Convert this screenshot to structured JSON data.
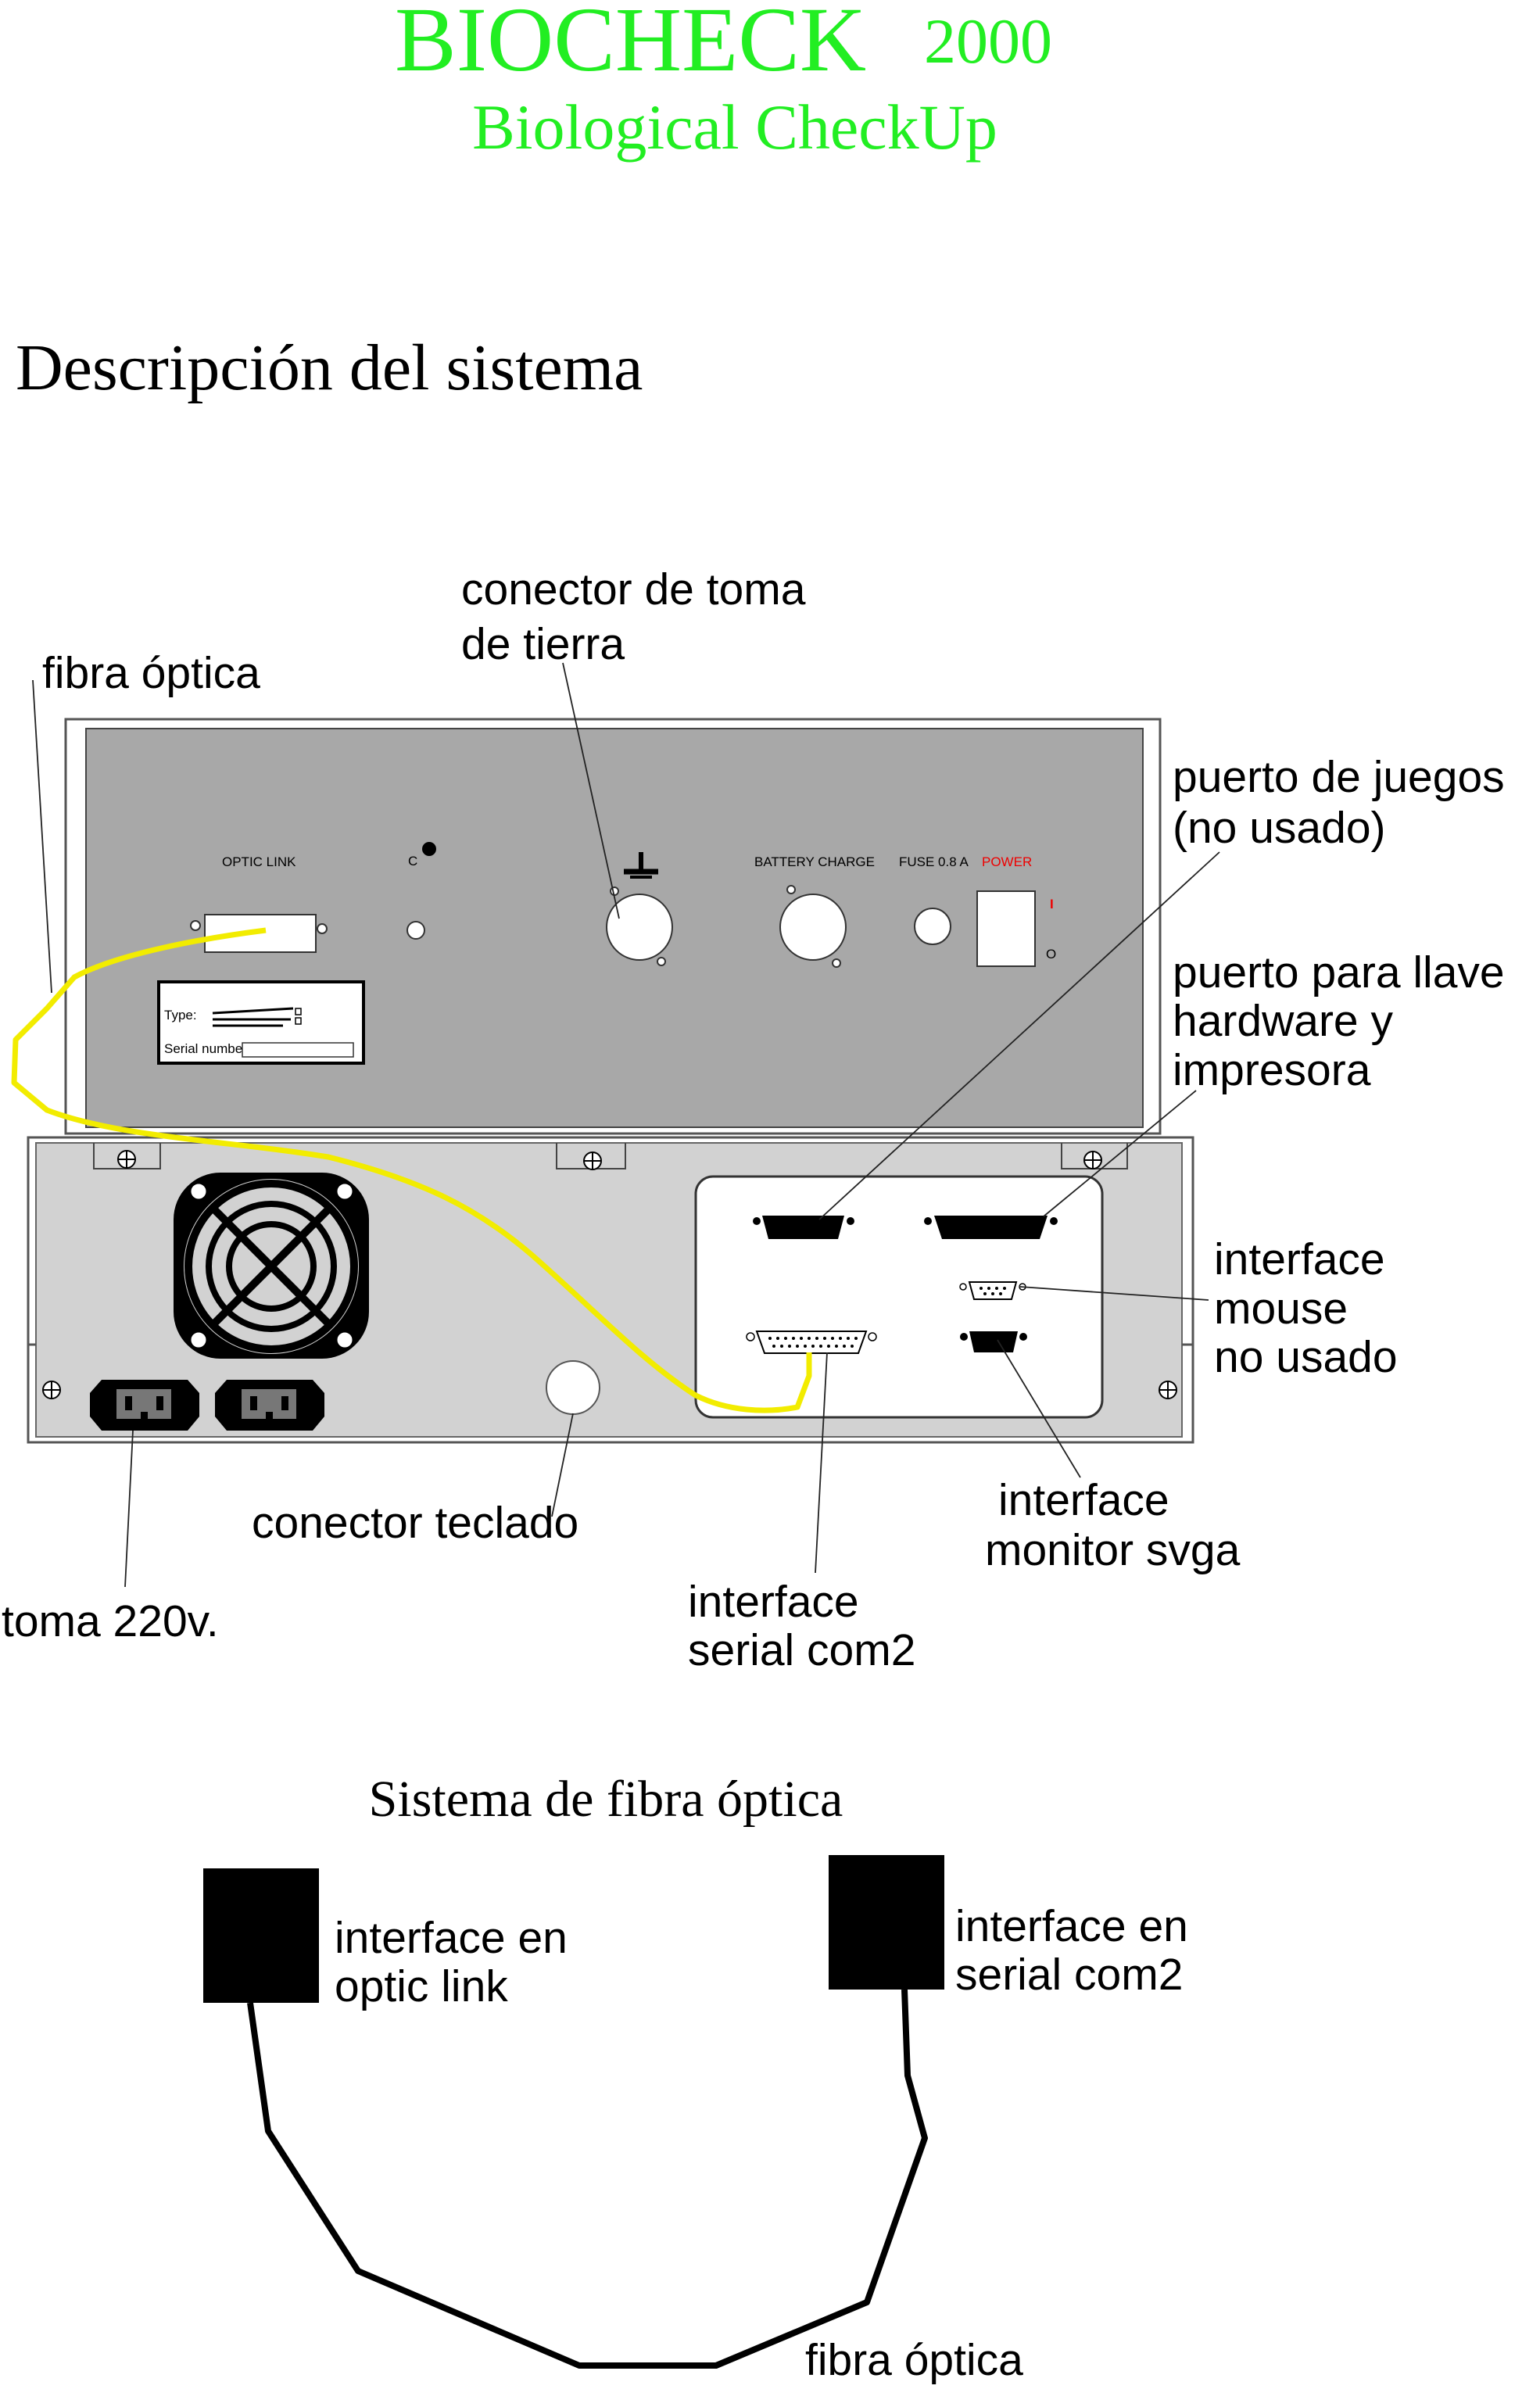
{
  "header": {
    "brand": "BIOCHECK",
    "model": "2000",
    "subtitle": "Biological CheckUp"
  },
  "section_title": "Descripción del sistema",
  "panel": {
    "optic_link": "OPTIC LINK",
    "c_mark": "C",
    "battery_charge": "BATTERY CHARGE",
    "fuse": "FUSE 0.8 A",
    "power": "POWER",
    "switch_on": "I",
    "switch_off": "O",
    "type_label": "Type:",
    "serial_label": "Serial number:"
  },
  "callouts": {
    "fibra_optica": "fibra óptica",
    "tierra_1": "conector de toma",
    "tierra_2": "de tierra",
    "juegos_1": "puerto de juegos",
    "juegos_2": "(no usado)",
    "llave_1": "puerto para llave",
    "llave_2": "hardware y",
    "llave_3": "impresora",
    "mouse_1": "interface",
    "mouse_2": "mouse",
    "mouse_3": "no usado",
    "svga_1": "interface",
    "svga_2": "monitor svga",
    "teclado": "conector teclado",
    "com2_1": "interface",
    "com2_2": "serial com2",
    "toma": "toma 220v."
  },
  "fiber_section": {
    "title": "Sistema de fibra óptica",
    "left_1": "interface en",
    "left_2": "optic link",
    "right_1": "interface en",
    "right_2": "serial  com2",
    "cable": "fibra  óptica"
  },
  "colors": {
    "brand_green": "#22ee22",
    "fiber_yellow": "#f2ec00",
    "panel_gray": "#a8a8a8",
    "lower_gray": "#d2d2d2",
    "power_red": "#ee0000"
  }
}
